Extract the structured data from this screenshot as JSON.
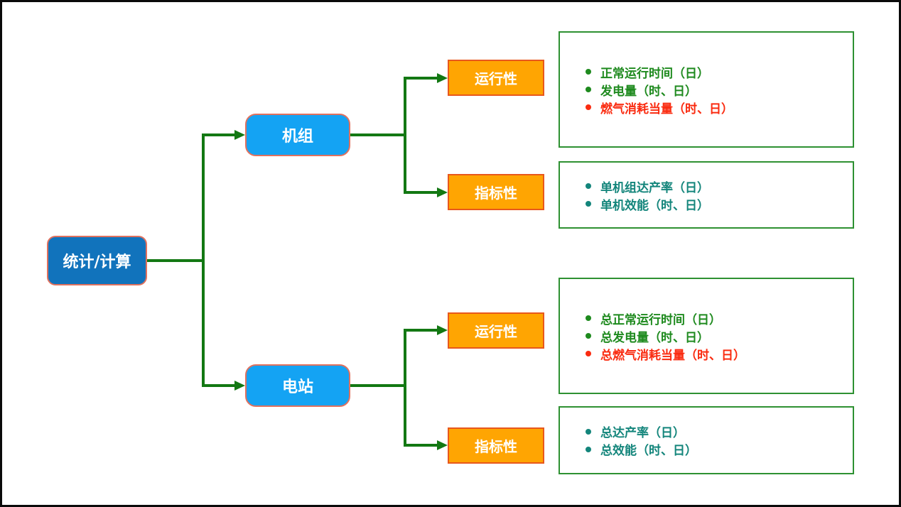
{
  "diagram": {
    "root": {
      "label": "统计/计算"
    },
    "branches": [
      {
        "label": "机组"
      },
      {
        "label": "电站"
      }
    ],
    "categories": [
      {
        "label": "运行性"
      },
      {
        "label": "指标性"
      },
      {
        "label": "运行性"
      },
      {
        "label": "指标性"
      }
    ],
    "detail_boxes": [
      {
        "items": [
          {
            "text": "正常运行时间（日）",
            "color": "green"
          },
          {
            "text": "发电量（时、日）",
            "color": "green"
          },
          {
            "text": "燃气消耗当量（时、日）",
            "color": "red"
          }
        ]
      },
      {
        "items": [
          {
            "text": "单机组达产率（日）",
            "color": "teal"
          },
          {
            "text": "单机效能（时、日）",
            "color": "teal"
          }
        ]
      },
      {
        "items": [
          {
            "text": "总正常运行时间（日）",
            "color": "green"
          },
          {
            "text": "总发电量（时、日）",
            "color": "green"
          },
          {
            "text": "总燃气消耗当量（时、日）",
            "color": "red"
          }
        ]
      },
      {
        "items": [
          {
            "text": "总达产率（日）",
            "color": "teal"
          },
          {
            "text": "总效能（时、日）",
            "color": "teal"
          }
        ]
      }
    ],
    "palette": {
      "green": "#1E8A1E",
      "teal": "#13857B",
      "red": "#FA2B10",
      "connector_green": "#137813",
      "box_border_green": "#2E9132",
      "root_blue": "#1173BC",
      "branch_blue": "#14A3F3",
      "category_orange": "#FFA502",
      "blue_box_border": "#E0715E",
      "orange_box_border": "#E8581C"
    }
  }
}
